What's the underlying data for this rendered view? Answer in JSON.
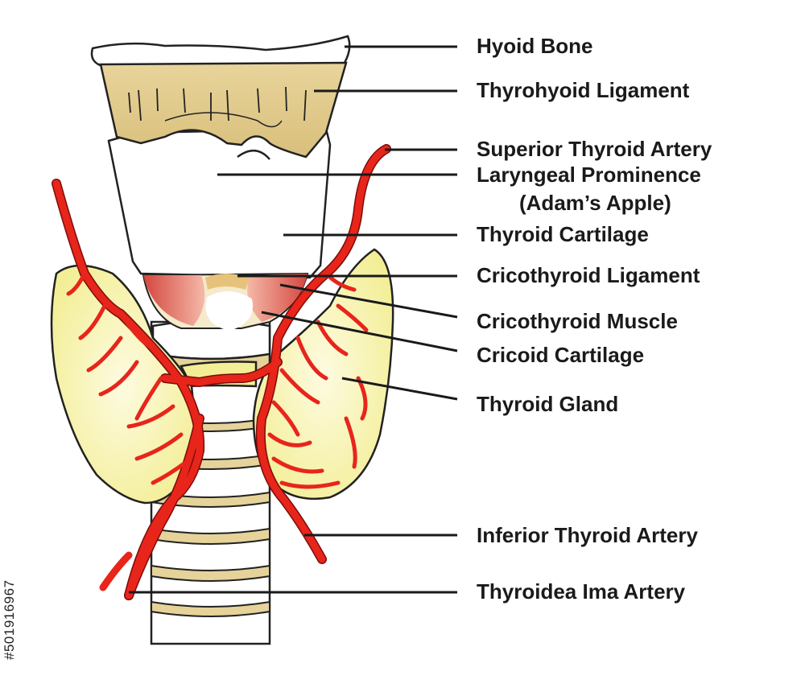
{
  "labels": {
    "hyoid_bone": "Hyoid Bone",
    "thyrohyoid_ligament": "Thyrohyoid Ligament",
    "superior_thyroid_artery": "Superior Thyroid Artery",
    "laryngeal_prominence": "Laryngeal Prominence",
    "adams_apple": "(Adam’s Apple)",
    "thyroid_cartilage": "Thyroid Cartilage",
    "cricothyroid_ligament": "Cricothyroid Ligament",
    "cricothyroid_muscle": "Cricothyroid Muscle",
    "cricoid_cartilage": "Cricoid Cartilage",
    "thyroid_gland": "Thyroid Gland",
    "inferior_thyroid_artery": "Inferior Thyroid Artery",
    "thyroidea_ima_artery": "Thyroidea Ima Artery"
  },
  "watermark": {
    "stock_id": "#501916967"
  },
  "colors": {
    "artery": "#e8251b",
    "artery_outline": "#7a0d08",
    "gland": "#f6f2a4",
    "gland_light": "#fbf9cf",
    "bone": "#e3cc8f",
    "cartilage": "#ffffff",
    "muscle": "#e0524a",
    "ring": "#e6d39a",
    "outline": "#222222",
    "leader": "#1a1a1a"
  }
}
